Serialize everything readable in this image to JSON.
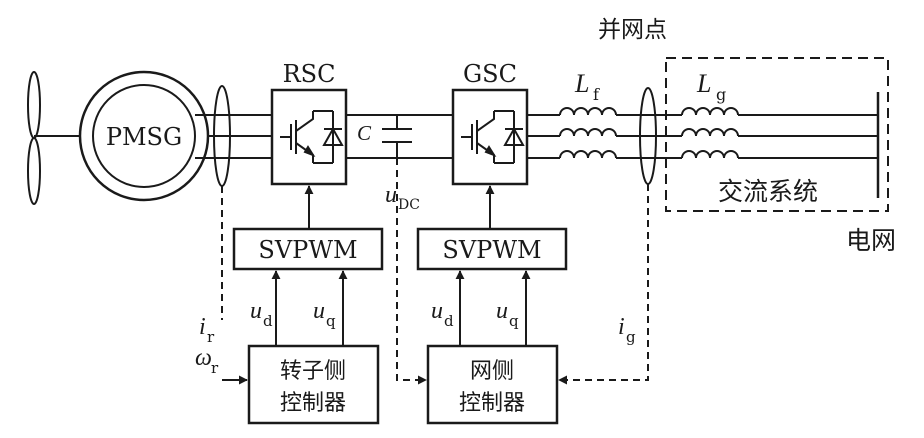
{
  "labels": {
    "generator": "PMSG",
    "rsc": "RSC",
    "gsc": "GSC",
    "capacitor": "C",
    "udc_main": "u",
    "udc_sub": "DC",
    "lf_main": "L",
    "lf_sub": "f",
    "lg_main": "L",
    "lg_sub": "g",
    "pcc": "并网点",
    "ac_system": "交流系统",
    "grid": "电网",
    "svpwm_left": "SVPWM",
    "svpwm_right": "SVPWM",
    "ud_left_main": "u",
    "ud_left_sub": "d",
    "uq_left_main": "u",
    "uq_left_sub": "q",
    "ud_right_main": "u",
    "ud_right_sub": "d",
    "uq_right_main": "u",
    "uq_right_sub": "q",
    "ir_main": "i",
    "ir_sub": "r",
    "wr_main": "ω",
    "wr_sub": "r",
    "ig_main": "i",
    "ig_sub": "g",
    "rotor_ctrl_line1": "转子侧",
    "rotor_ctrl_line2": "控制器",
    "grid_ctrl_line1": "网侧",
    "grid_ctrl_line2": "控制器"
  }
}
